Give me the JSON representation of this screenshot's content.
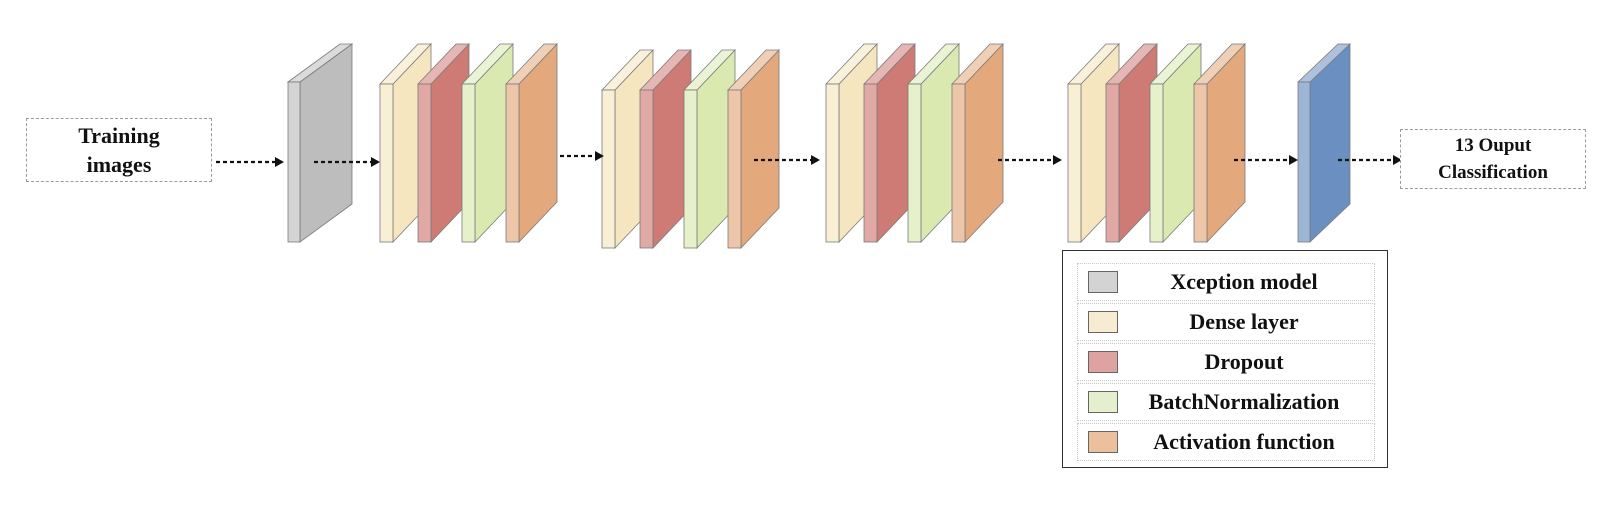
{
  "input": {
    "lines": [
      "Training",
      "images"
    ]
  },
  "output": {
    "lines": [
      "13 Ouput",
      "Classification"
    ]
  },
  "colors": {
    "xception": "#bdbdbd",
    "dense": "#f5e6bf",
    "dropout": "#cf7b75",
    "batchnorm": "#d9e9b0",
    "activation": "#e3a87c",
    "final": "#6a8fc0"
  },
  "legend": [
    {
      "label": "Xception model",
      "color": "#d3d3d3"
    },
    {
      "label": "Dense layer",
      "color": "#f7ecd2"
    },
    {
      "label": "Dropout",
      "color": "#dea3a0"
    },
    {
      "label": "BatchNormalization",
      "color": "#e4efcd"
    },
    {
      "label": "Activation function",
      "color": "#ecbf9d"
    }
  ],
  "pipeline": [
    {
      "name": "xception-layer",
      "kind": "xception"
    },
    {
      "name": "block-1",
      "kind": "block",
      "layers": [
        "dense",
        "dropout",
        "batchnorm",
        "activation"
      ]
    },
    {
      "name": "block-2",
      "kind": "block",
      "layers": [
        "dense",
        "dropout",
        "batchnorm",
        "activation"
      ]
    },
    {
      "name": "block-3",
      "kind": "block",
      "layers": [
        "dense",
        "dropout",
        "batchnorm",
        "activation"
      ]
    },
    {
      "name": "block-4",
      "kind": "block",
      "layers": [
        "dense",
        "dropout",
        "batchnorm",
        "activation"
      ]
    },
    {
      "name": "output-layer",
      "kind": "final"
    }
  ]
}
